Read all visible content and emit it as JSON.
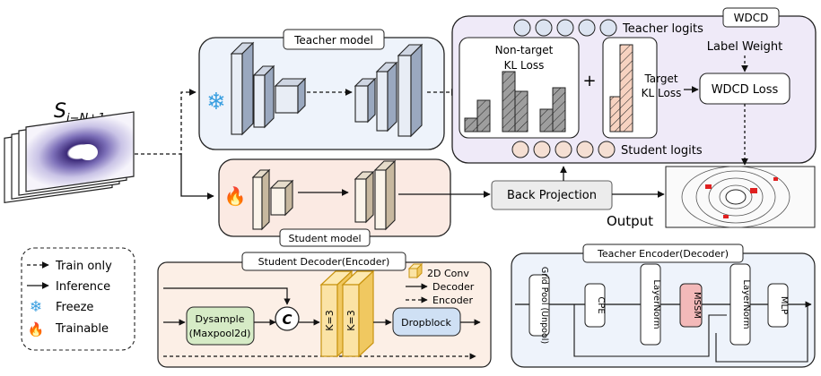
{
  "input_label": "S",
  "input_subscript": "i−N+1",
  "teacher_model": {
    "title": "Teacher model",
    "freeze_glyph": "❄"
  },
  "student_model": {
    "title": "Student model",
    "fire_glyph": "🔥"
  },
  "back_projection": "Back Projection",
  "output": "Output",
  "wdcd": {
    "title": "WDCD",
    "teacher_logits": "Teacher logits",
    "student_logits": "Student logits",
    "non_target_line1": "Non-target",
    "non_target_line2": "KL Loss",
    "plus": "+",
    "target_line1": "Target",
    "target_line2": "KL Loss",
    "label_weight": "Label Weight",
    "loss": "WDCD Loss"
  },
  "legend": {
    "train_only": "Train only",
    "inference": "Inference",
    "freeze": "Freeze",
    "trainable": "Trainable",
    "freeze_glyph": "❄",
    "trainable_glyph": "🔥"
  },
  "student_decoder": {
    "title": "Student Decoder(Encoder)",
    "dysample_line1": "Dysample",
    "dysample_line2": "(Maxpool2d)",
    "concat": "C",
    "conv1": "K=3",
    "conv2": "K=3",
    "dropblock": "Dropblock",
    "legend_conv": "2D Conv",
    "legend_decoder": "Decoder",
    "legend_encoder": "Encoder"
  },
  "teacher_encoder": {
    "title": "Teacher Encoder(Decoder)",
    "blocks": [
      "Grid Pool (Unpool)",
      "CPE",
      "LayerNorm",
      "MSSM",
      "LayerNorm",
      "MLP"
    ]
  },
  "colors": {
    "teacher_bg": "#eef3fb",
    "student_bg": "#fbeae3",
    "wdcd_bg": "#efeaf8",
    "decoder_bg": "#fcefe6",
    "encoder_bg": "#eef3fb",
    "dysample": "#d6ebc6",
    "dropblock": "#cfe0f4",
    "mssm": "#f3b9b9",
    "conv": "#fbe3a5",
    "target_bar": "#f7d2c0",
    "nontarget_bar": "#9e9e9e",
    "freeze_icon": "#3a9fe0",
    "fire_icon": "#f08020"
  }
}
